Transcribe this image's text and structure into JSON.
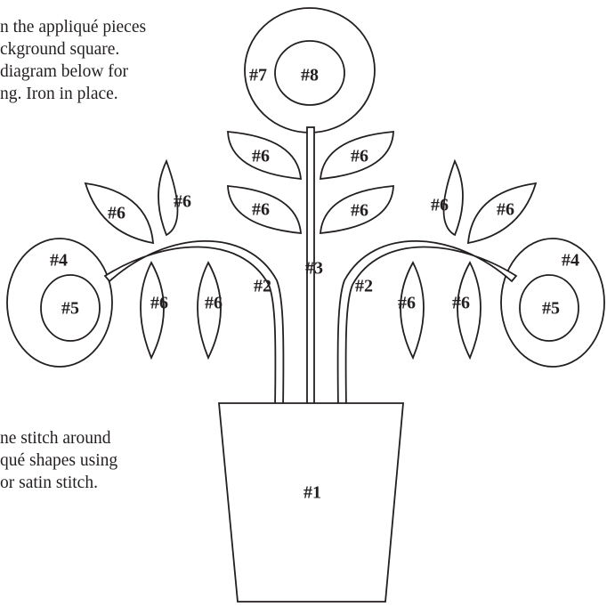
{
  "instructions": {
    "step_position": [
      "n the appliqué pieces",
      "ckground square.",
      "diagram below for",
      "ng. Iron in place."
    ],
    "step_stitch": [
      "ne stitch around",
      "qué shapes using",
      "or satin stitch."
    ]
  },
  "pieces": {
    "pot": "#1",
    "side_stem_left": "#2",
    "side_stem_right": "#2",
    "center_stem": "#3",
    "outer_circle_left": "#4",
    "outer_circle_right": "#4",
    "inner_circle_left": "#5",
    "inner_circle_right": "#5",
    "leaf": "#6",
    "top_flower_outer": "#7",
    "top_flower_inner": "#8"
  }
}
